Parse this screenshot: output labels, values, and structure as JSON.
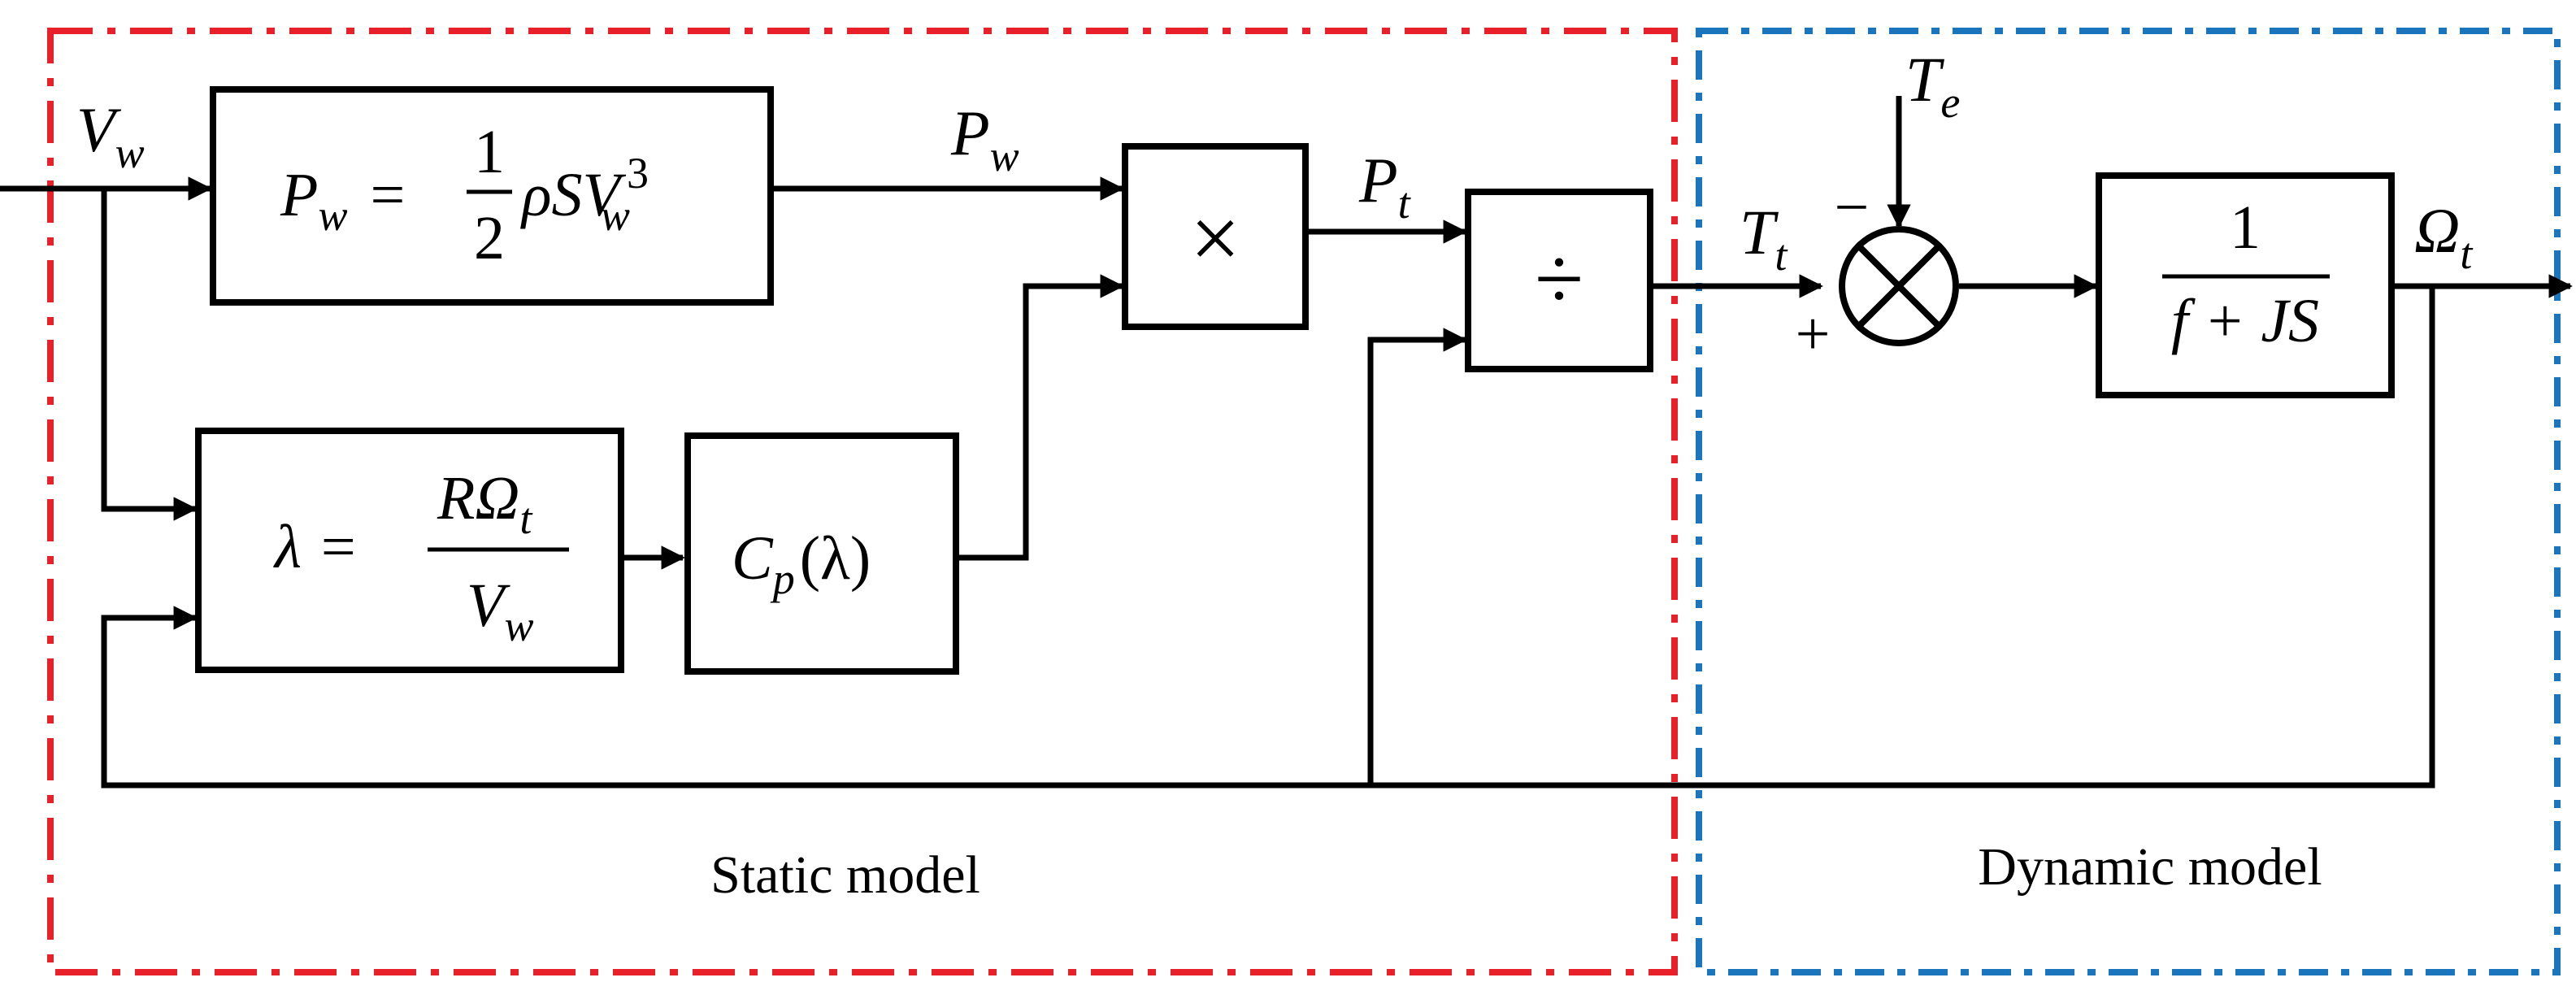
{
  "regions": {
    "static": {
      "caption": "Static model",
      "border_color": "#e8202a"
    },
    "dynamic": {
      "caption": "Dynamic model",
      "border_color": "#1b75bc"
    }
  },
  "signals": {
    "wind_speed": {
      "main": "V",
      "sub": "w"
    },
    "wind_power": {
      "main": "P",
      "sub": "w"
    },
    "turbine_power": {
      "main": "P",
      "sub": "t"
    },
    "turbine_torque": {
      "main": "T",
      "sub": "t"
    },
    "em_torque": {
      "main": "T",
      "sub": "e"
    },
    "rotor_speed": {
      "main": "Ω",
      "sub": "t"
    }
  },
  "blocks": {
    "power_eq": {
      "lhs": "P",
      "lhs_sub": "w",
      "equals": "=",
      "num": "1",
      "den": "2",
      "rhs": "ρSV",
      "rhs_sub": "w",
      "rhs_sup": "3"
    },
    "tsr_eq": {
      "lhs": "λ",
      "equals": "=",
      "num": "RΩ",
      "num_sub": "t",
      "den": "V",
      "den_sub": "w"
    },
    "cp": {
      "main": "C",
      "sub": "p",
      "arg": "(λ)"
    },
    "multiply": {
      "symbol": "×"
    },
    "divide": {
      "symbol": "÷"
    },
    "transfer": {
      "num": "1",
      "den": "f + JS"
    }
  },
  "summing_junction": {
    "plus": "+",
    "minus": "−"
  }
}
